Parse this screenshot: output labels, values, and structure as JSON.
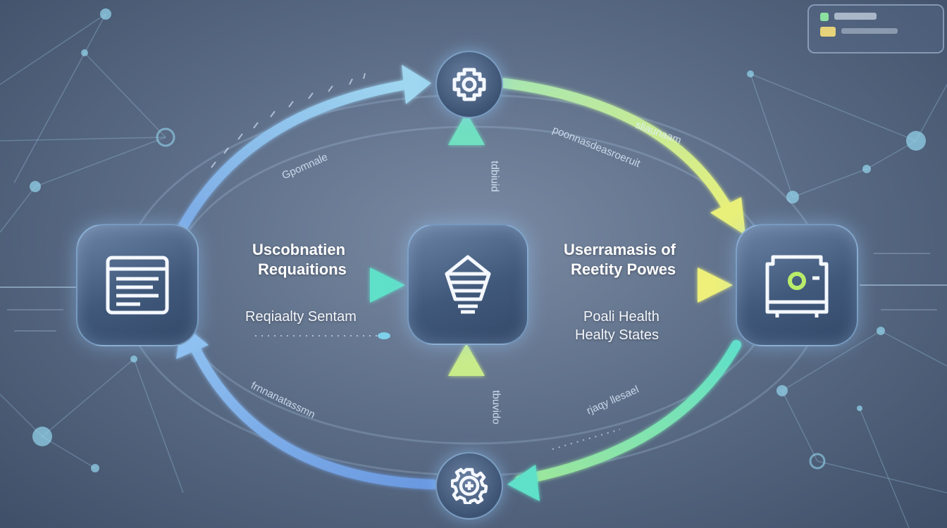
{
  "diagram": {
    "nodes": [
      {
        "id": "left",
        "icon": "document-list-icon"
      },
      {
        "id": "center",
        "icon": "filter-funnel-icon"
      },
      {
        "id": "right",
        "icon": "server-device-icon"
      },
      {
        "id": "top",
        "icon": "gear-square-icon"
      },
      {
        "id": "bottom",
        "icon": "gear-plus-icon"
      }
    ],
    "labels": {
      "left_title_line1": "Uscobnatien",
      "left_title_line2": "Requaitions",
      "left_sub": "Reqiaalty Sentam",
      "right_title_line1": "Userramasis of",
      "right_title_line2": "Reetity Powes",
      "right_sub_line1": "Poali Health",
      "right_sub_line2": "Healty States"
    },
    "faint_text": {
      "upper_left_arc": "Gpomnale",
      "upper_right_arc_1": "poonnasdeasroeruit",
      "upper_right_arc_2": "sliaunaam",
      "lower_left_arc": "frnnanatassmn",
      "lower_right_arc": "rjaqy llesael",
      "vertical_upper": "tdbiuid",
      "vertical_lower": "tbuvido"
    },
    "colors": {
      "arrow_blue": "#7fb9ea",
      "arrow_teal": "#5fe0c0",
      "arrow_yellow": "#e6f07a",
      "arrow_green": "#9be08a",
      "node_glow": "#a8d6ff"
    }
  }
}
